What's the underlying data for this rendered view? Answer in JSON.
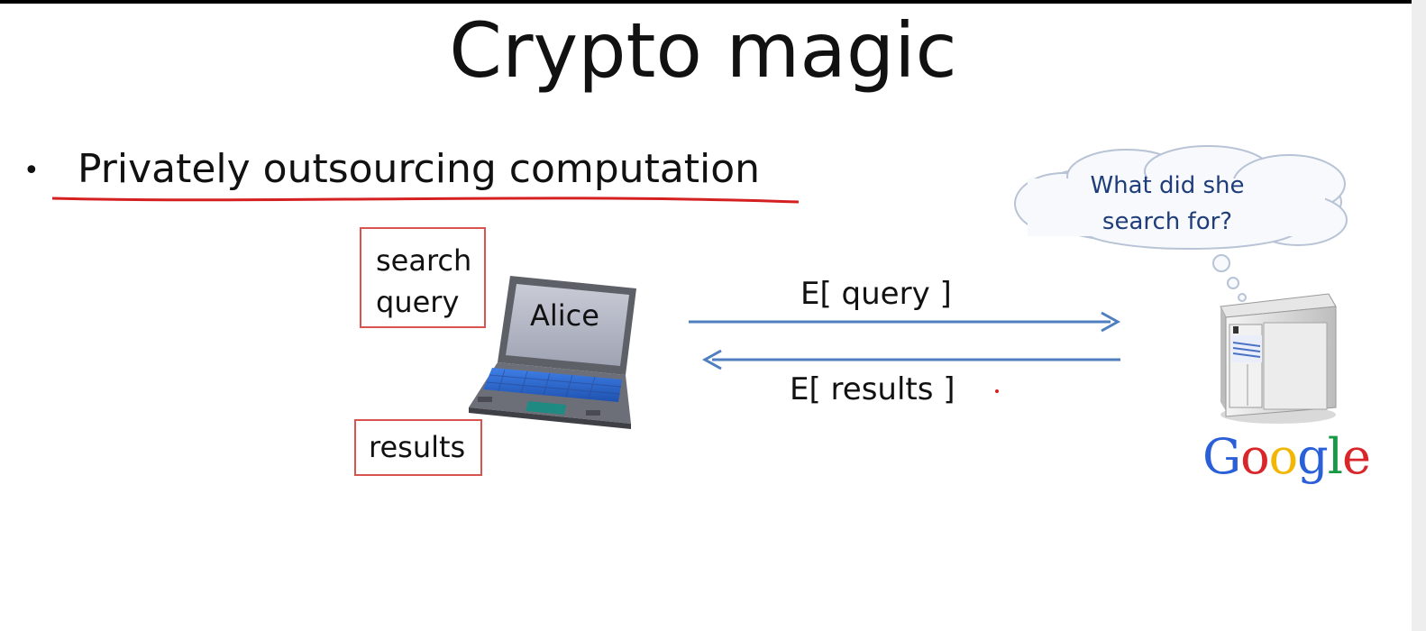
{
  "title": "Crypto magic",
  "bullet": {
    "marker": "•",
    "text": "Privately outsourcing computation"
  },
  "client": {
    "laptop_label": "Alice",
    "input_box": [
      "search",
      "query"
    ],
    "output_box": "results"
  },
  "arrows": {
    "to_server": "E[ query ]",
    "to_client": "E[ results ]"
  },
  "server": {
    "thought": [
      "What did she",
      "search for?"
    ],
    "brand_letters": [
      "G",
      "o",
      "o",
      "g",
      "l",
      "e"
    ]
  },
  "colors": {
    "arrow": "#4f7fbe",
    "underline": "#d42020",
    "box_border": "#d9534f",
    "thought_text": "#1f3d7a",
    "brand": [
      "#2a5fd8",
      "#d8262b",
      "#f2b705",
      "#2a5fd8",
      "#179945",
      "#d8262b"
    ]
  },
  "icons": [
    "laptop-icon",
    "server-icon",
    "thought-cloud-icon"
  ]
}
